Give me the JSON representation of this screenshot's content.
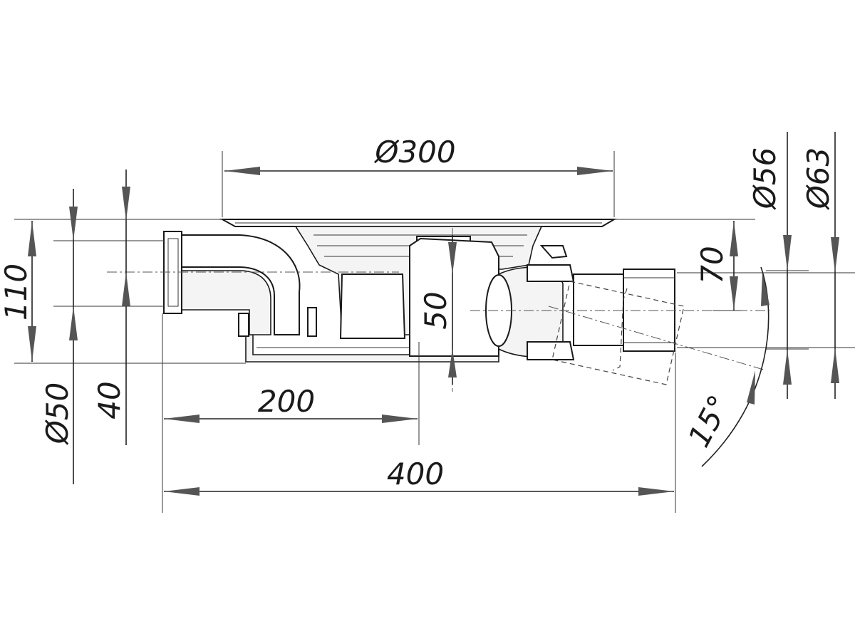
{
  "dimensions": {
    "grate_diameter": "Ø300",
    "outlet_inner_diameter": "Ø56",
    "outlet_outer_diameter": "Ø63",
    "total_height": "110",
    "inlet_diameter": "Ø50",
    "inlet_offset": "40",
    "center_distance": "200",
    "total_length": "400",
    "outlet_height": "70",
    "water_seal": "50",
    "swivel_angle": "15°"
  }
}
